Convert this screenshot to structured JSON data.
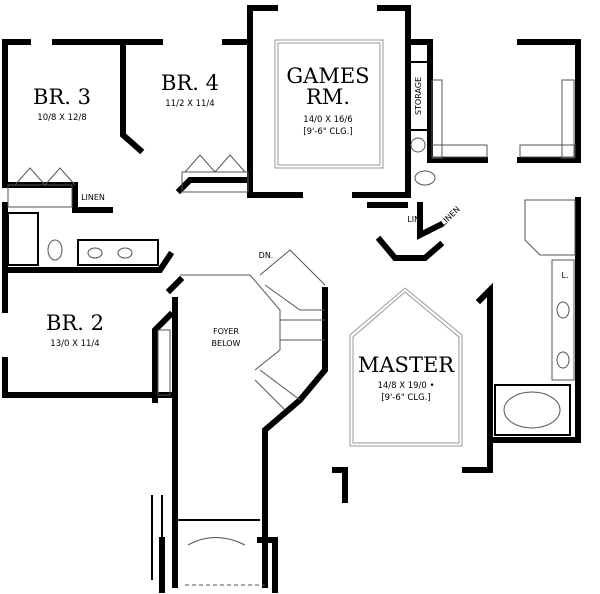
{
  "rooms": {
    "br3": {
      "name": "BR. 3",
      "dims": "10/8 X 12/8"
    },
    "br4": {
      "name": "BR. 4",
      "dims": "11/2 X 11/4"
    },
    "games": {
      "name_line1": "GAMES",
      "name_line2": "RM.",
      "dims": "14/0 X 16/6",
      "ceiling": "[9'-6\" CLG.]"
    },
    "br2": {
      "name": "BR. 2",
      "dims": "13/0 X 11/4"
    },
    "master": {
      "name": "MASTER",
      "dims": "14/8 X 19/0 •",
      "ceiling": "[9'-6\" CLG.]"
    },
    "foyer": {
      "line1": "FOYER",
      "line2": "BELOW"
    }
  },
  "labels": {
    "storage": "STORAGE",
    "linen_left": "LINEN",
    "lin": "LIN.",
    "linen_right": "LINEN",
    "l": "L.",
    "dn": "DN."
  }
}
